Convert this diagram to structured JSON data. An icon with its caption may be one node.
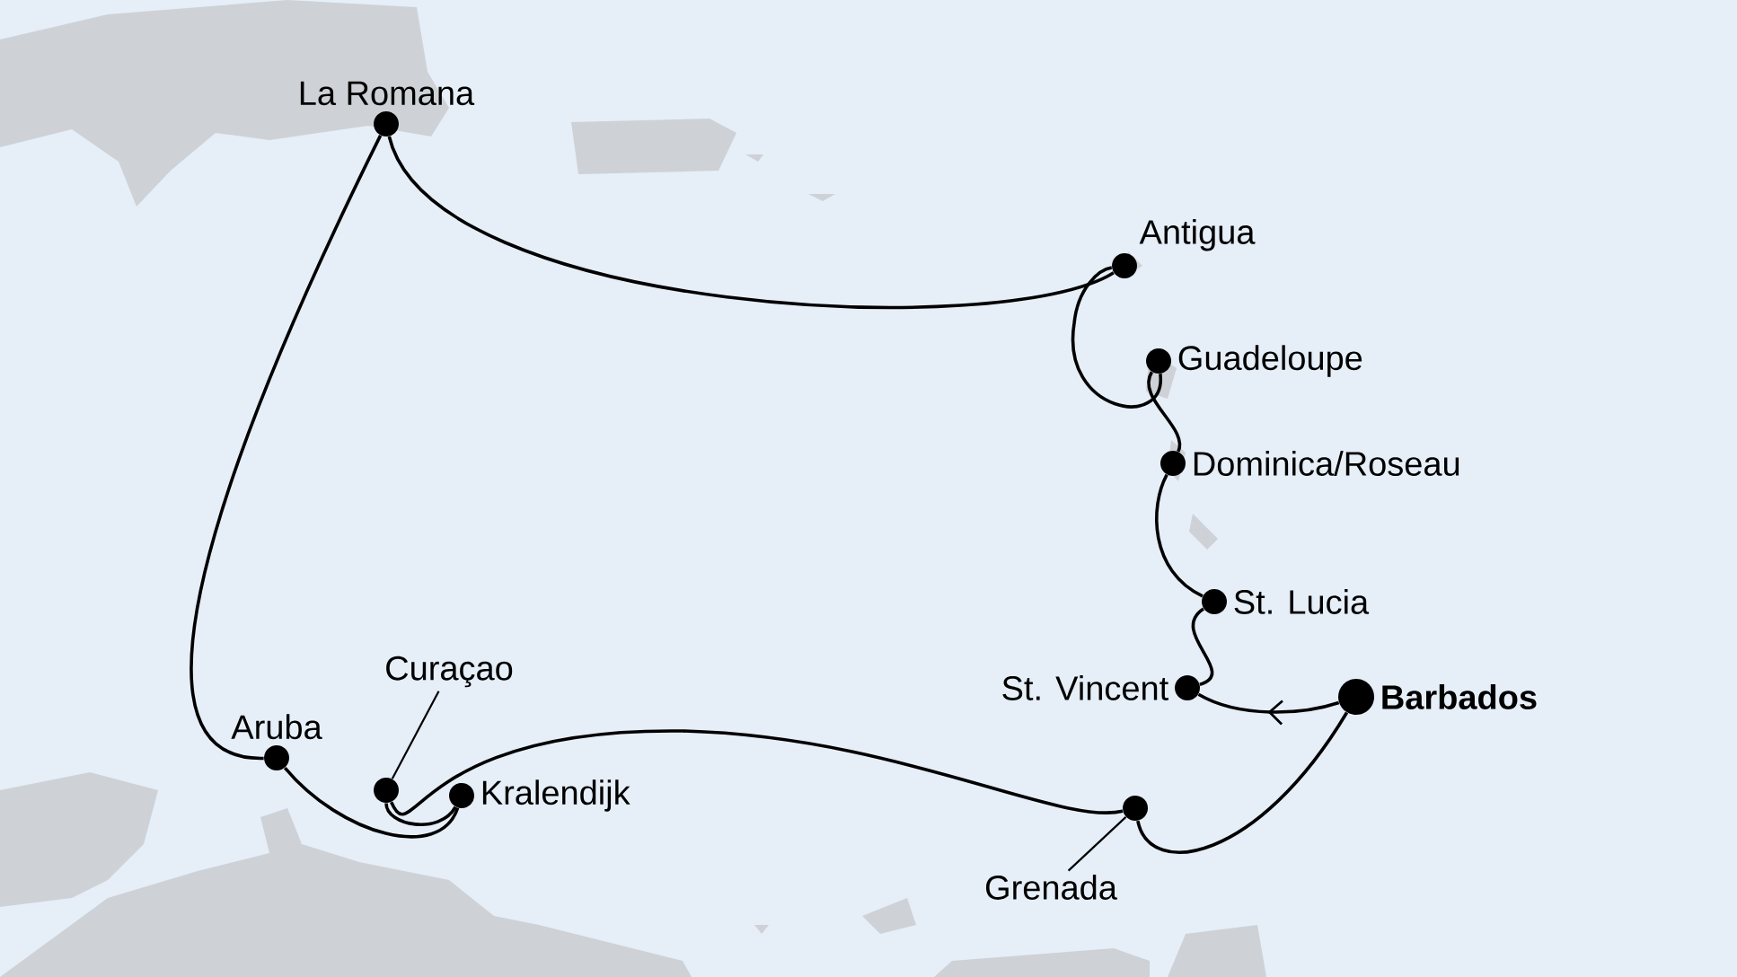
{
  "diagram": {
    "nodes": [
      {
        "text": [
          "La Romana"
        ]
      },
      {
        "text": [
          "Antigua"
        ]
      },
      {
        "text": [
          "Guadeloupe"
        ]
      },
      {
        "text": [
          "Dominica/Roseau"
        ]
      },
      {
        "text": [
          "St. Lucia"
        ]
      },
      {
        "text": [
          "Curaçao"
        ]
      },
      {
        "text": [
          "St. Vincent"
        ]
      },
      {
        "text": [
          "Barbados"
        ]
      },
      {
        "text": [
          "Aruba"
        ]
      },
      {
        "text": [],
        "shape": "circle"
      },
      {
        "text": [
          "Kralendijk"
        ]
      },
      {
        "text": [],
        "shape": "circle"
      },
      {
        "text": [
          "Grenada"
        ]
      }
    ],
    "edges": [
      {
        "from": 7,
        "to": 6,
        "arrow": "to"
      },
      {
        "from": 6,
        "to": 4,
        "arrow": "none"
      },
      {
        "from": 4,
        "to": 3,
        "arrow": "none"
      },
      {
        "from": 3,
        "to": 2,
        "arrow": "none"
      },
      {
        "from": 2,
        "to": 1,
        "arrow": "none"
      },
      {
        "from": 1,
        "to": 0,
        "arrow": "none"
      },
      {
        "from": 0,
        "to": 8,
        "arrow": "none"
      },
      {
        "from": 8,
        "to": 10,
        "arrow": "none"
      },
      {
        "from": 10,
        "to": 9,
        "arrow": "none"
      },
      {
        "from": 9,
        "to": 11,
        "arrow": "none"
      },
      {
        "from": 11,
        "to": 7,
        "arrow": "none"
      },
      {
        "from": 5,
        "to": 9,
        "arrow": "none"
      },
      {
        "from": 12,
        "to": 11,
        "arrow": "none"
      }
    ]
  }
}
